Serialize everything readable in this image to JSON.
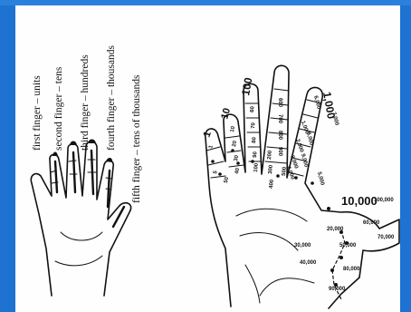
{
  "left_figure": {
    "captions": [
      "first finger – units",
      "second finger – tens",
      "third finger – hundreds",
      "fourth finger – thousands",
      "fifth finger – tens of thousands"
    ]
  },
  "right_figure": {
    "finger_headers": [
      "1",
      "10",
      "100",
      "1,000",
      "10,000"
    ],
    "thumb_segment_values": [
      "1",
      "5"
    ],
    "index_segment_values": [
      "10",
      "20",
      "30",
      "40",
      "50"
    ],
    "middle_segment_values": [
      "60",
      "70",
      "80",
      "90",
      "100",
      "200",
      "300",
      "400",
      "500"
    ],
    "ring_segment_values": [
      "600",
      "700",
      "800",
      "900",
      "1,000",
      "2,000",
      "3,000",
      "4,000"
    ],
    "little_segment_values": [
      "6,000",
      "7,000",
      "8,000",
      "9,000",
      "5,000"
    ],
    "wrist_values": [
      "100,000",
      "60,000",
      "70,000",
      "20,000",
      "30,000",
      "50,000",
      "40,000",
      "80,000",
      "90,000"
    ]
  }
}
